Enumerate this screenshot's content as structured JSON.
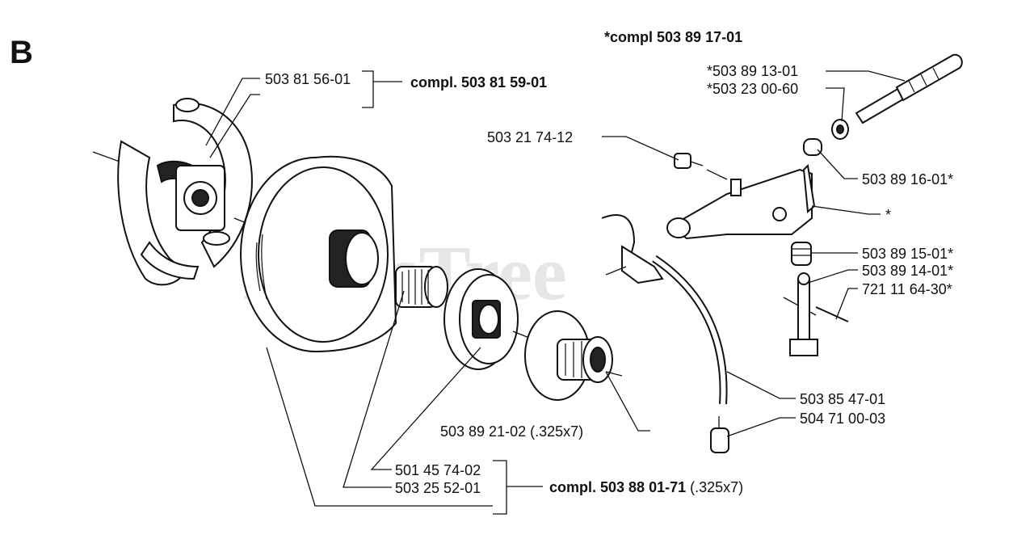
{
  "section_letter": "B",
  "watermark": "PartsTree",
  "compl_header": "*compl  503 89 17-01",
  "labels": {
    "p1": "503 81 56-01",
    "p1_compl": "compl. 503 81 59-01",
    "p2": "*503 89 13-01",
    "p3": "*503 23 00-60",
    "p4": "503 21 74-12",
    "p5": "503 89 16-01*",
    "p6": "*",
    "p7": "503 89 15-01*",
    "p8": "503 89 14-01*",
    "p9": "721 11 64-30*",
    "p10": "503 85 47-01",
    "p11": "504 71 00-03",
    "p12": "503 89 21-02 (.325x7)",
    "p13": "501 45 74-02",
    "p14": "503 25 52-01",
    "p14_compl": "compl. 503 88 01-71",
    "p14_compl_suffix": " (.325x7)"
  }
}
